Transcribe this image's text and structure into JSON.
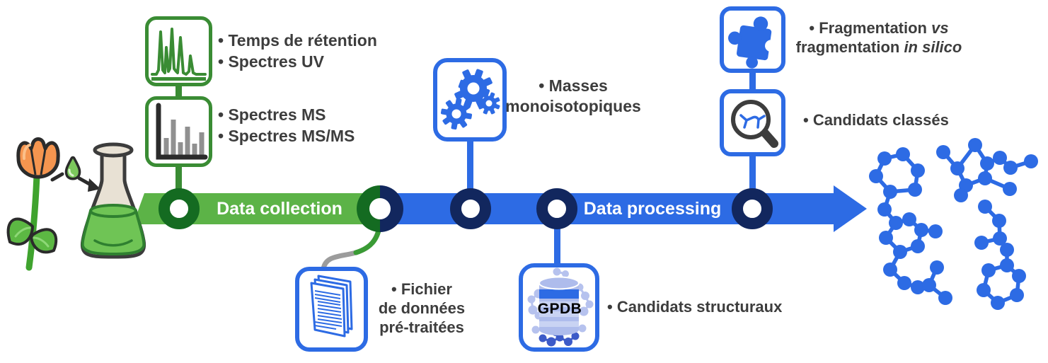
{
  "timeline": {
    "collection_label": "Data collection",
    "processing_label": "Data processing"
  },
  "callouts": {
    "retention_uv": {
      "line1": "• Temps de rétention",
      "line2": "• Spectres UV"
    },
    "ms_spectra": {
      "line1": "• Spectres MS",
      "line2": "• Spectres MS/MS"
    },
    "monoisotopic_masses": {
      "line1": "• Masses",
      "line2": "monoisotopiques"
    },
    "pretreated_file": {
      "line1": "• Fichier",
      "line2": "de données",
      "line3": "pré-traitées"
    },
    "structural_candidates": "• Candidats structuraux",
    "fragmentation": {
      "line1_text": "• Fragmentation ",
      "line1_italic": "vs",
      "line2_text": "fragmentation ",
      "line2_italic": "in silico"
    },
    "ranked_candidates": "• Candidats classés"
  },
  "database": {
    "label": "GPDB"
  },
  "icons": {
    "sample": "tulip-and-flask-extraction",
    "retention": "chromatogram-icon",
    "ms": "mass-spectrum-icon",
    "processing": "gears-icon",
    "file": "document-stack-icon",
    "database": "database-cylinder-icon",
    "matching": "puzzle-piece-icon",
    "ranking": "magnifier-molecule-icon",
    "output": "molecule-structures"
  },
  "colors": {
    "collection_green": "#5CB347",
    "collection_dark_green": "#146B21",
    "box_green": "#3A8C34",
    "processing_blue": "#2D6BE4",
    "processing_navy": "#12275E",
    "text_gray": "#3D3D3D",
    "bar_gray": "#909090",
    "connector_gray": "#9C9C9C"
  }
}
